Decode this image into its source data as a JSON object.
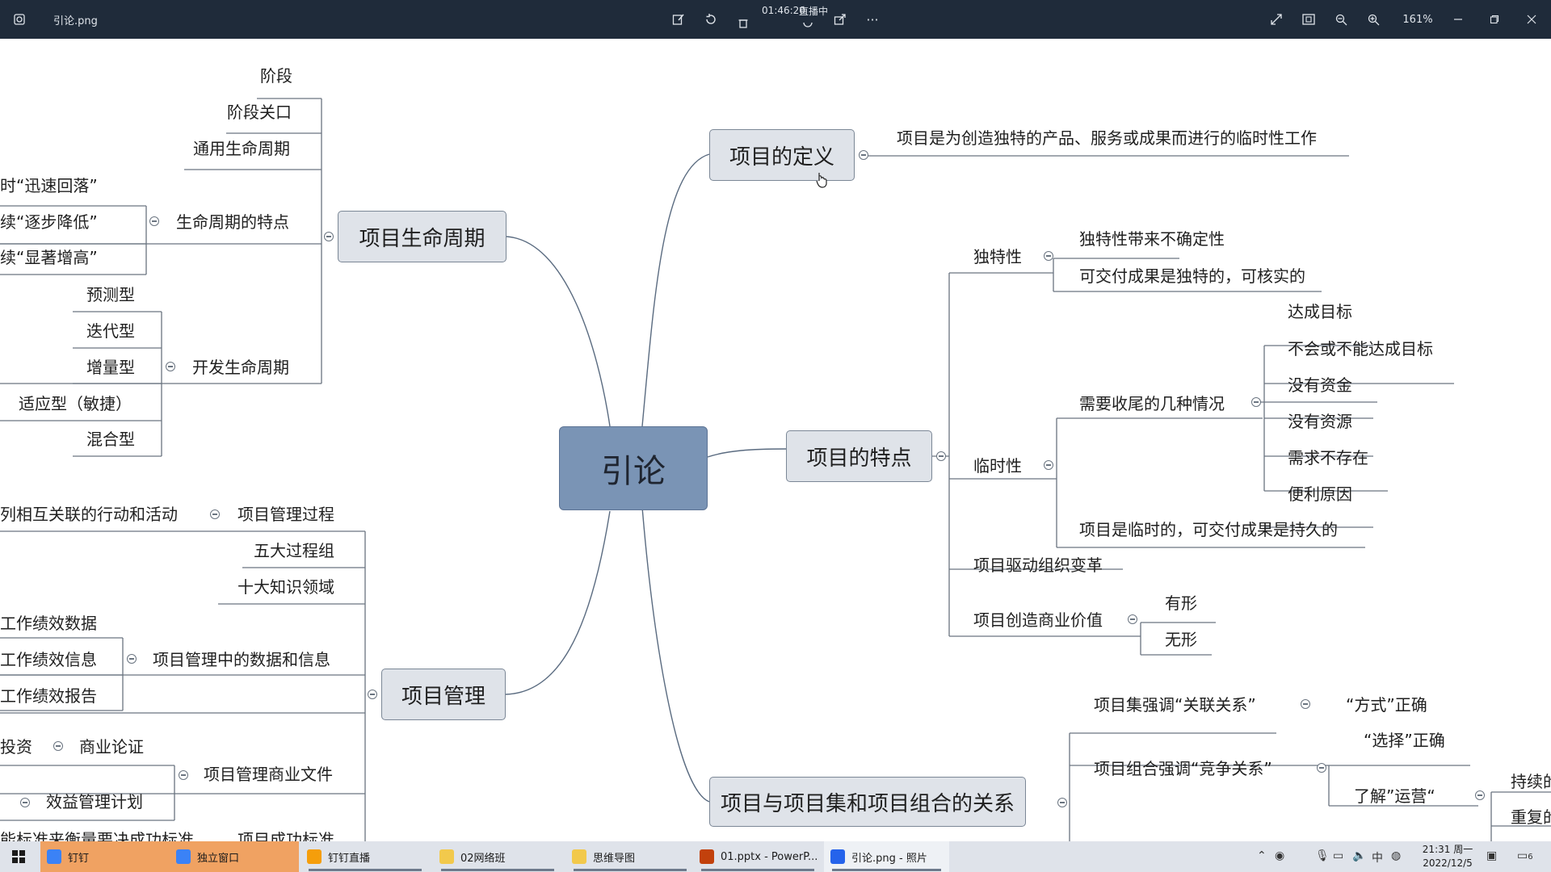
{
  "titlebar": {
    "file_name": "引论.png",
    "live_time": "01:46:20",
    "live_status": "直播中",
    "more": "···",
    "zoom": "161%"
  },
  "mindmap": {
    "root": "引论",
    "definition": {
      "title": "项目的定义",
      "text": "项目是为创造独特的产品、服务或成果而进行的临时性工作"
    },
    "features": {
      "title": "项目的特点",
      "uniqueness": {
        "label": "独特性",
        "items": [
          "独特性带来不确定性",
          "可交付成果是独特的，可核实的"
        ]
      },
      "temporary": {
        "label": "临时性",
        "ending": {
          "label": "需要收尾的几种情况",
          "items": [
            "达成目标",
            "不会或不能达成目标",
            "没有资金",
            "没有资源",
            "需求不存在",
            "便利原因"
          ]
        },
        "note": "项目是临时的，可交付成果是持久的"
      },
      "drive_change": "项目驱动组织变革",
      "business_value": {
        "label": "项目创造商业价值",
        "items": [
          "有形",
          "无形"
        ]
      }
    },
    "relations": {
      "title": "项目与项目集和项目组合的关系",
      "program": {
        "label": "项目集强调“关联关系”",
        "child": "“方式”正确"
      },
      "portfolio": {
        "label": "项目组合强调“竞争关系”",
        "children": [
          "“选择”正确",
          "了解”运营“"
        ]
      },
      "operation_children": [
        "持续的",
        "重复的"
      ]
    },
    "lifecycle": {
      "title": "项目生命周期",
      "items": [
        "阶段",
        "阶段关口",
        "通用生命周期"
      ],
      "characteristics": {
        "label": "生命周期的特点",
        "items": [
          "时“迅速回落”",
          "续“逐步降低”",
          "续“显著增高”"
        ]
      },
      "dev": {
        "label": "开发生命周期",
        "items": [
          "预测型",
          "迭代型",
          "增量型",
          "适应型（敏捷）",
          "混合型"
        ]
      }
    },
    "management": {
      "title": "项目管理",
      "process": {
        "label": "项目管理过程",
        "text": "列相互关联的行动和活动"
      },
      "process_groups": "五大过程组",
      "knowledge_areas": "十大知识领域",
      "data_info": {
        "label": "项目管理中的数据和信息",
        "items": [
          "工作绩效数据",
          "工作绩效信息",
          "工作绩效报告"
        ]
      },
      "business_docs": {
        "label": "项目管理商业文件",
        "case": "商业论证",
        "investment": "投资",
        "benefit_plan": "效益管理计划"
      },
      "success": {
        "label": "项目成功标准",
        "text": "能标准来衡量要决成功标准"
      }
    }
  },
  "taskbar": {
    "items": [
      {
        "label": "钉钉",
        "color": "#3b82f6"
      },
      {
        "label": "独立窗口",
        "color": "#3b82f6"
      },
      {
        "label": "钉钉直播",
        "color": "#f59e0b"
      },
      {
        "label": "02网络班",
        "color": "#f2c94c"
      },
      {
        "label": "思维导图",
        "color": "#f2c94c"
      },
      {
        "label": "01.pptx - PowerP...",
        "color": "#c2410c"
      },
      {
        "label": "引论.png - 照片",
        "color": "#2563eb"
      }
    ],
    "clock_time": "21:31 周一",
    "clock_date": "2022/12/5",
    "notifications": "6"
  }
}
